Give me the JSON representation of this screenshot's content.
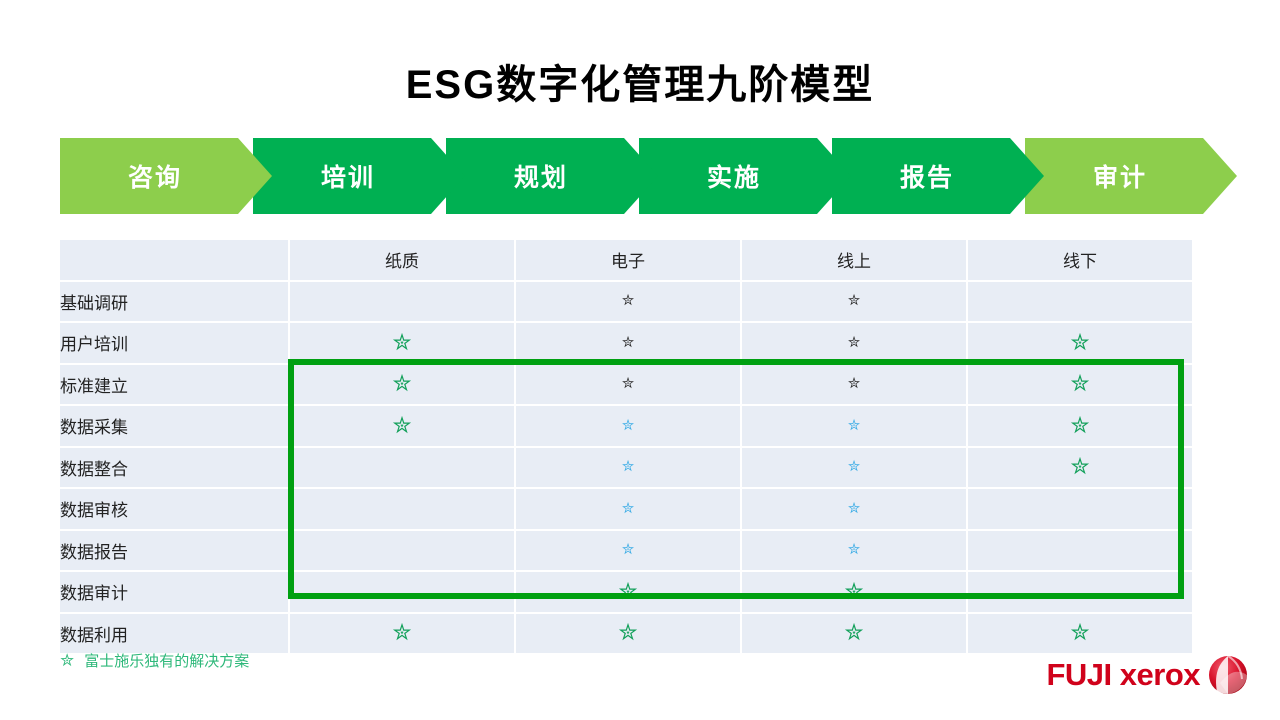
{
  "slide": {
    "title": "ESG数字化管理九阶模型",
    "background_color": "#FFFFFF"
  },
  "colors": {
    "chevron_light": "#8DCE4C",
    "chevron_dark": "#00B052",
    "table_cell": "#E8EDF5",
    "highlight_border": "#00A011",
    "star_green": "#12A05A",
    "star_black": "#2B2B2B",
    "star_blue": "#3EAEE6",
    "footnote_text": "#2EB87A",
    "logo_red": "#D0021B"
  },
  "process_stages": [
    {
      "label": "咨询",
      "tone": "light"
    },
    {
      "label": "培训",
      "tone": "dark"
    },
    {
      "label": "规划",
      "tone": "dark"
    },
    {
      "label": "实施",
      "tone": "dark"
    },
    {
      "label": "报告",
      "tone": "dark"
    },
    {
      "label": "审计",
      "tone": "light"
    }
  ],
  "matrix": {
    "corner_label": "",
    "columns": [
      "纸质",
      "电子",
      "线上",
      "线下"
    ],
    "rows": [
      {
        "label": "基础调研",
        "cells": [
          "none",
          "black",
          "black",
          "none"
        ]
      },
      {
        "label": "用户培训",
        "cells": [
          "green",
          "black",
          "black",
          "green"
        ]
      },
      {
        "label": "标准建立",
        "cells": [
          "green",
          "black",
          "black",
          "green"
        ]
      },
      {
        "label": "数据采集",
        "cells": [
          "green",
          "blue",
          "blue",
          "green"
        ]
      },
      {
        "label": "数据整合",
        "cells": [
          "none",
          "blue",
          "blue",
          "green"
        ]
      },
      {
        "label": "数据审核",
        "cells": [
          "none",
          "blue",
          "blue",
          "none"
        ]
      },
      {
        "label": "数据报告",
        "cells": [
          "none",
          "blue",
          "blue",
          "none"
        ]
      },
      {
        "label": "数据审计",
        "cells": [
          "none",
          "green",
          "green",
          "none"
        ]
      },
      {
        "label": "数据利用",
        "cells": [
          "green",
          "green",
          "green",
          "green"
        ]
      }
    ],
    "highlight": {
      "start_row": "标准建立",
      "end_row": "数据审计",
      "start_column": "纸质",
      "end_column": "线下"
    }
  },
  "footnote": {
    "icon": "star-icon",
    "text": "富士施乐独有的解决方案"
  },
  "logo": {
    "text": "FUJI xerox",
    "mark": "xerox-sphere-icon"
  },
  "glyphs": {
    "star": "✮"
  }
}
